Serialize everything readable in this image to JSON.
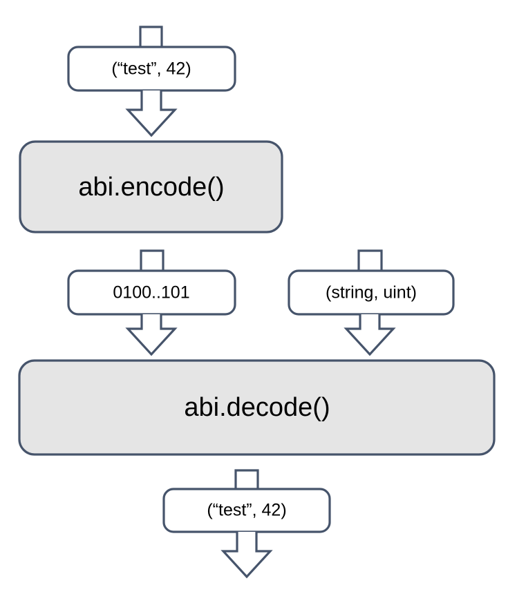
{
  "diagram": {
    "title": "abi encode decode flow",
    "background_color": "#ffffff",
    "stroke_color": "#46546b",
    "process_fill_color": "#e5e5e5",
    "data_fill_color": "#ffffff",
    "text_color": "#000000",
    "nodes": {
      "input_tuple_top": {
        "label": "(“test”, 42)",
        "kind": "rounded-box"
      },
      "encode_process": {
        "label": "abi.encode()",
        "kind": "process-box"
      },
      "encoded_bytes": {
        "label": "0100..101",
        "kind": "rounded-box"
      },
      "type_tuple": {
        "label": "(string, uint)",
        "kind": "rounded-box"
      },
      "decode_process": {
        "label": "abi.decode()",
        "kind": "process-box"
      },
      "output_tuple_bottom": {
        "label": "(“test”, 42)",
        "kind": "rounded-box"
      }
    },
    "connectors": [
      {
        "name": "stub-into-input-tuple",
        "kind": "stub"
      },
      {
        "name": "arrow-input-to-encode",
        "kind": "block-arrow-down"
      },
      {
        "name": "stub-into-encoded-bytes",
        "kind": "stub"
      },
      {
        "name": "arrow-encoded-to-decode",
        "kind": "block-arrow-down"
      },
      {
        "name": "stub-into-type-tuple",
        "kind": "stub"
      },
      {
        "name": "arrow-type-to-decode",
        "kind": "block-arrow-down"
      },
      {
        "name": "stub-into-output-tuple",
        "kind": "stub"
      },
      {
        "name": "arrow-output-down",
        "kind": "block-arrow-down"
      }
    ]
  }
}
